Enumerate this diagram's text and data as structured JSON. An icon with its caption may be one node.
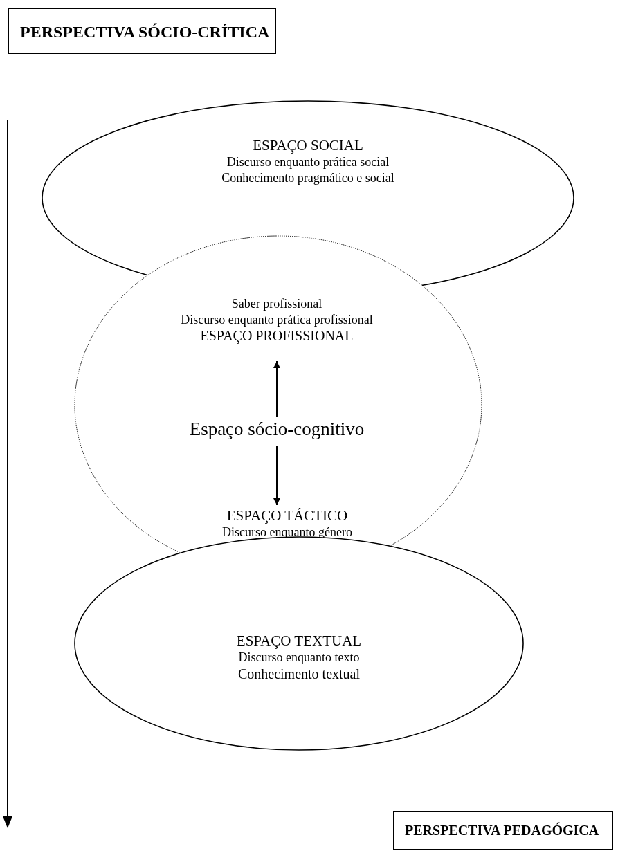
{
  "diagram": {
    "nodes": [
      {
        "text": [
          "PERSPECTIVA SÓCIO-CRÍTICA"
        ]
      },
      {
        "text": [
          "ESPAÇO SOCIAL",
          "Discurso enquanto prática social",
          "Conhecimento pragmático e social"
        ]
      },
      {
        "text": [],
        "shape": "circle"
      },
      {
        "text": [
          "Saber profissional",
          "Discurso enquanto prática profissional",
          "ESPAÇO PROFISSIONAL"
        ],
        "in": 2
      },
      {
        "text": [
          "Espaço sócio-cognitivo"
        ],
        "in": 2
      },
      {
        "text": [
          "ESPAÇO TÁCTICO",
          "Discurso enquanto género"
        ],
        "in": 2
      },
      {
        "text": [
          "ESPAÇO TEXTUAL",
          "Discurso enquanto texto",
          "Conhecimento textual"
        ]
      },
      {
        "text": [
          "PERSPECTIVA PEDAGÓGICA"
        ]
      }
    ],
    "edges": [
      {
        "from": 4,
        "to": 3,
        "arrow": "to"
      },
      {
        "from": 4,
        "to": 5,
        "arrow": "to"
      }
    ]
  }
}
